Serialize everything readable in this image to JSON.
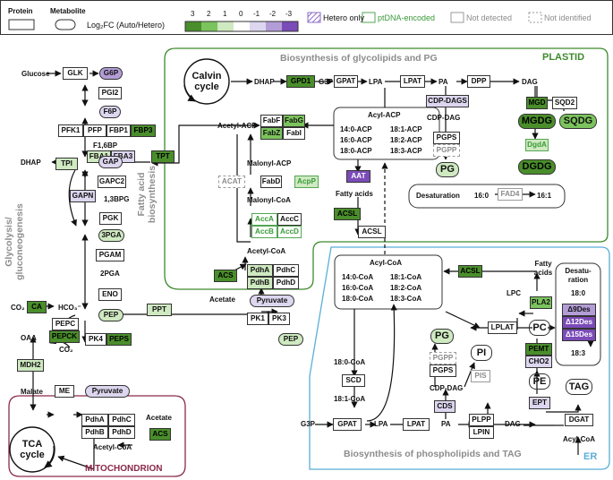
{
  "legend": {
    "protein": "Protein",
    "metabolite": "Metabolite",
    "scale_title": "Log₂FC (Auto/Hetero)",
    "scale_ticks": [
      "3",
      "2",
      "1",
      "0",
      "-1",
      "-2",
      "-3"
    ],
    "hetero_only": "Hetero only",
    "ptdna": "ptDNA-encoded",
    "not_detected": "Not detected",
    "not_identified": "Not identified"
  },
  "compartments": {
    "plastid": "PLASTID",
    "er": "ER",
    "mito": "MITOCHONDRION"
  },
  "titles": {
    "glycolipids": "Biosynthesis of glycolipids and PG",
    "fatty_acid": "Fatty acid biosynthesis",
    "glycolysis": "Glycolysis/ gluconeogenesis",
    "phospholipids": "Biosynthesis of phospholipids and TAG"
  },
  "cycles": {
    "calvin": "Calvin cycle",
    "tca": "TCA cycle"
  },
  "proteins": {
    "glk": "GLK",
    "pgi2": "PGI2",
    "pfk1": "PFK1",
    "pfp": "PFP",
    "fbp1": "FBP1",
    "fbp3": "FBP3",
    "fba1": "FBA1",
    "fba3": "FBA3",
    "tpi": "TPI",
    "gapc2": "GAPC2",
    "gapn": "GAPN",
    "pgk": "PGK",
    "pgam": "PGAM",
    "eno": "ENO",
    "pepc": "PEPC",
    "pepck": "PEPCK",
    "ca": "CA",
    "mdh2": "MDH2",
    "me": "ME",
    "pk4": "PK4",
    "peps": "PEPS",
    "pdha_m": "PdhA",
    "pdhc_m": "PdhC",
    "pdhb_m": "PdhB",
    "pdhd_m": "PdhD",
    "acs_m": "ACS",
    "tpt": "TPT",
    "ppt": "PPT",
    "gpd1": "GPD1",
    "gpat_p": "GPAT",
    "lpat_p": "LPAT",
    "dpp": "DPP",
    "cdp_dags": "CDP-DAGS",
    "pgps_p": "PGPS",
    "pgpp_p": "PGPP",
    "mgd": "MGD",
    "sqd2": "SQD2",
    "dgda": "DgdA",
    "fad4": "FAD4",
    "fabf": "FabF",
    "fabg": "FabG",
    "fabz": "FabZ",
    "fabi": "FabI",
    "acat": "ACAT",
    "fabd": "FabD",
    "acp": "AcpP",
    "acca": "AccA",
    "accc": "AccC",
    "accb": "AccB",
    "accd": "AccD",
    "acs_p": "ACS",
    "pdha_p": "PdhA",
    "pdhc_p": "PdhC",
    "pdhb_p": "PdhB",
    "pdhd_p": "PdhD",
    "pk1": "PK1",
    "pk3": "PK3",
    "aat": "AAT",
    "acsl1": "ACSL",
    "acsl2": "ACSL",
    "acsl3": "ACSL",
    "pla2": "PLA2",
    "lplat": "LPLAT",
    "pemt": "PEMT",
    "cho2": "CHO2",
    "ept": "EPT",
    "scd": "SCD",
    "pgpp_er": "PGPP",
    "pgps_er": "PGPS",
    "pis": "PIS",
    "cds": "CDS",
    "gpat_er": "GPAT",
    "lpat_er": "LPAT",
    "plpp": "PLPP",
    "lpin": "LPIN",
    "dgat": "DGAT",
    "d9": "Δ9Des",
    "d12": "Δ12Des",
    "d15": "Δ15Des"
  },
  "metabolites": {
    "g6p": "G6P",
    "f6p": "F6P",
    "gap": "GAP",
    "pga3": "3PGA",
    "pep_c": "PEP",
    "pyr_c": "Pyruvate",
    "pep_p": "PEP",
    "pyr_p": "Pyruvate",
    "pg_p": "PG",
    "mgdg": "MGDG",
    "sqdg": "SQDG",
    "dgdg": "DGDG",
    "pg_er": "PG",
    "pi": "PI",
    "pc": "PC",
    "pe": "PE",
    "tag": "TAG"
  },
  "labels": {
    "glucose": "Glucose",
    "f16bp": "F1,6BP",
    "dhap_c": "DHAP",
    "bpg": "1,3BPG",
    "pga2": "2PGA",
    "co2_a": "CO₂",
    "hco3": "HCO₃⁻",
    "oaa": "OAA",
    "co2_b": "CO₂",
    "malate": "Malate",
    "acetate_m": "Acetate",
    "acetylcoa_m": "Acetyl-CoA",
    "dhap_p": "DHAP",
    "g3p_p": "G3P",
    "lpa_p": "LPA",
    "pa_p": "PA",
    "dag_p": "DAG",
    "cdpdag_p": "CDP-DAG",
    "acetylacp": "Acetyl-ACP",
    "malonylacp": "Malonyl-ACP",
    "malonylcoa": "Malonyl-CoA",
    "acetylcoa_p": "Acetyl-CoA",
    "acetate_p": "Acetate",
    "fattyacids": "Fatty acids",
    "desat": "Desaturation",
    "c160": "16:0",
    "c161": "16:1",
    "fattyacids_er": "Fatty acids",
    "lpc": "LPC",
    "desat_er": "Desatu-\nration",
    "c180_box": "18:0",
    "c183_box": "18:3",
    "c180coa": "18:0-CoA",
    "c181coa": "18:1-CoA",
    "cdpdag_er": "CDP-DAG",
    "g3p_er": "G3P",
    "lpa_er": "LPA",
    "pa_er": "PA",
    "dag_er": "DAG",
    "acylcoa_tag": "Acyl-CoA"
  },
  "acyl_acp": {
    "title": "Acyl-ACP",
    "items": [
      "14:0-ACP",
      "18:1-ACP",
      "16:0-ACP",
      "18:2-ACP",
      "18:0-ACP",
      "18:3-ACP"
    ]
  },
  "acyl_coa": {
    "title": "Acyl-CoA",
    "items": [
      "14:0-CoA",
      "18:1-CoA",
      "16:0-CoA",
      "18:2-CoA",
      "18:0-CoA",
      "18:3-CoA"
    ]
  },
  "colors": {
    "plastid": "#3c8a2c",
    "er": "#5aaed8",
    "mito": "#8a2a4a",
    "scale": [
      "#4a8e2b",
      "#7bc35d",
      "#cfe9c1",
      "#ffffff",
      "#ddd6ef",
      "#b39dd6",
      "#7b4bb8"
    ]
  }
}
